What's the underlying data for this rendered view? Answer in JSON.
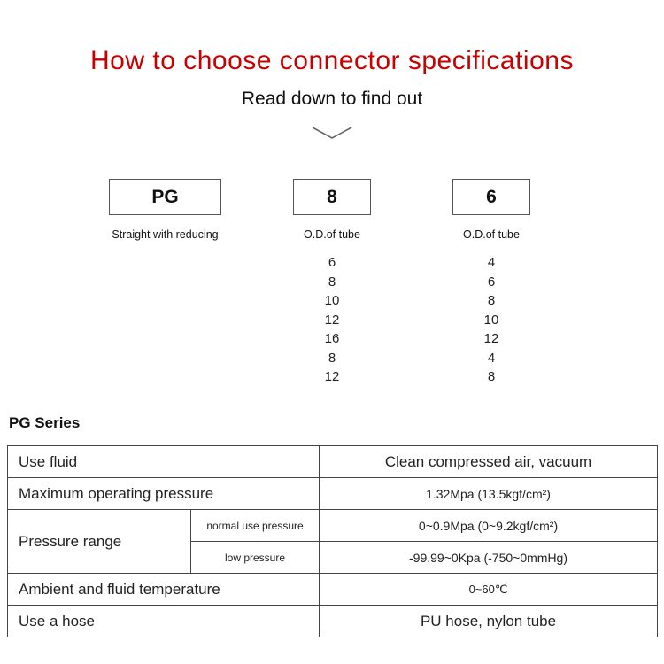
{
  "header": {
    "title": "How to choose connector specifications",
    "subtitle": "Read down to find out",
    "title_color": "#c80000"
  },
  "selector": {
    "columns": [
      {
        "code": "PG",
        "label": "Straight with reducing",
        "options": []
      },
      {
        "code": "8",
        "label": "O.D.of tube",
        "options": [
          "6",
          "8",
          "10",
          "12",
          "16",
          "8",
          "12"
        ]
      },
      {
        "code": "6",
        "label": "O.D.of  tube",
        "options": [
          "4",
          "6",
          "8",
          "10",
          "12",
          "4",
          "8"
        ]
      }
    ]
  },
  "series": {
    "heading": "PG Series"
  },
  "table": {
    "accent_bg": "#f7e8d0",
    "rows": [
      {
        "label": "Use fluid",
        "value": "Clean compressed air, vacuum"
      },
      {
        "label": "Maximum operating pressure",
        "value": "1.32Mpa  (13.5kgf/cm²)"
      },
      {
        "label": "Pressure range",
        "subrows": [
          {
            "sublabel": "normal use pressure",
            "value": "0~0.9Mpa  (0~9.2kgf/cm²)"
          },
          {
            "sublabel": "low pressure",
            "value": "-99.99~0Kpa  (-750~0mmHg)"
          }
        ]
      },
      {
        "label": "Ambient and fluid temperature",
        "value": "0~60℃"
      },
      {
        "label": "Use a hose",
        "value": "PU hose, nylon tube"
      }
    ]
  }
}
